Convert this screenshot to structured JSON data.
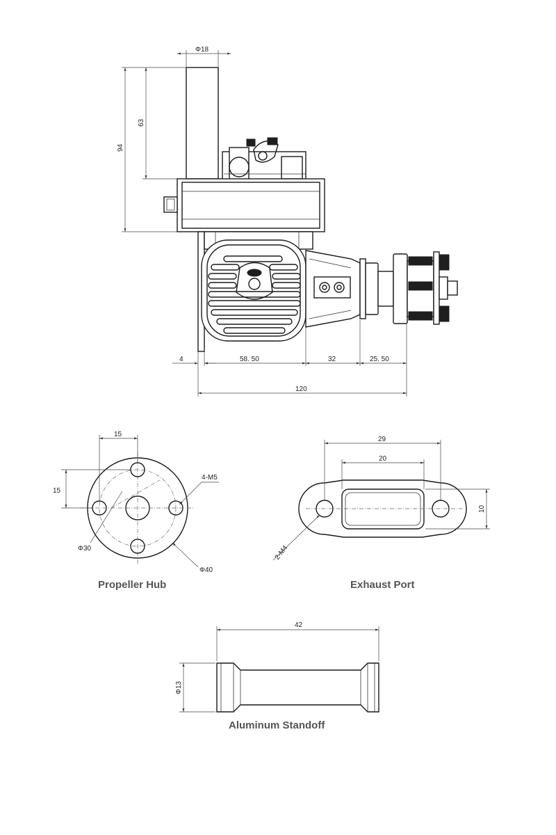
{
  "main_view": {
    "dim_tube_dia": "Φ18",
    "dim_height_total": "94",
    "dim_height_tube": "63",
    "dim_flange": "4",
    "dim_body": "58. 50",
    "dim_crank": "32",
    "dim_hub": "25. 50",
    "dim_overall": "120"
  },
  "propeller_hub": {
    "caption": "Propeller Hub",
    "dim_horizontal": "15",
    "dim_vertical": "15",
    "dim_threads": "4-M5",
    "dim_bolt_circle": "Φ30",
    "dim_outer": "Φ40"
  },
  "exhaust_port": {
    "caption": "Exhaust Port",
    "dim_hole_spacing": "29",
    "dim_port_width": "20",
    "dim_port_height": "10",
    "dim_holes": "2-M4"
  },
  "aluminum_standoff": {
    "caption": "Aluminum Standoff",
    "dim_length": "42",
    "dim_diameter": "Φ13"
  }
}
